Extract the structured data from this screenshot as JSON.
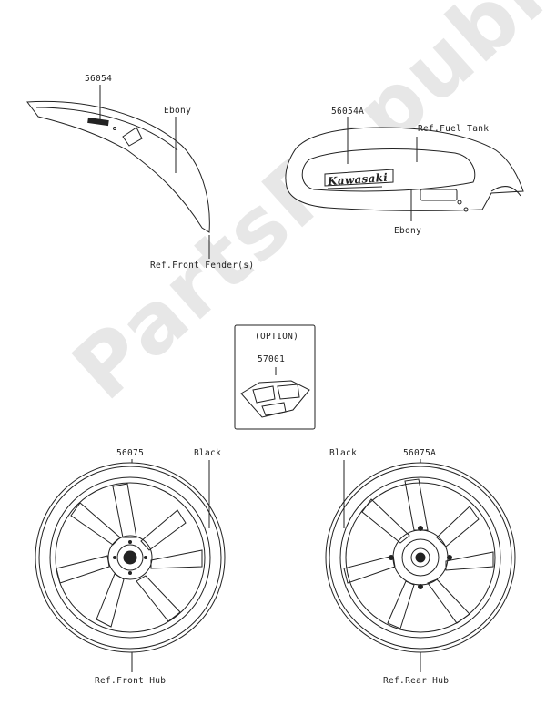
{
  "watermark": "PartsRepublik",
  "parts": {
    "front_fender": {
      "part_no": "56054",
      "color": "Ebony",
      "ref": "Ref.Front Fender(s)"
    },
    "fuel_tank": {
      "part_no": "56054A",
      "ref": "Ref.Fuel Tank",
      "color": "Ebony",
      "logo_text": "Kawasaki"
    },
    "option_box": {
      "title": "(OPTION)",
      "part_no": "57001"
    },
    "front_wheel": {
      "part_no": "56075",
      "color": "Black",
      "ref": "Ref.Front Hub"
    },
    "rear_wheel": {
      "part_no": "56075A",
      "color": "Black",
      "ref": "Ref.Rear Hub"
    }
  },
  "colors": {
    "line": "#222222",
    "watermark": "#aaaaaa"
  }
}
